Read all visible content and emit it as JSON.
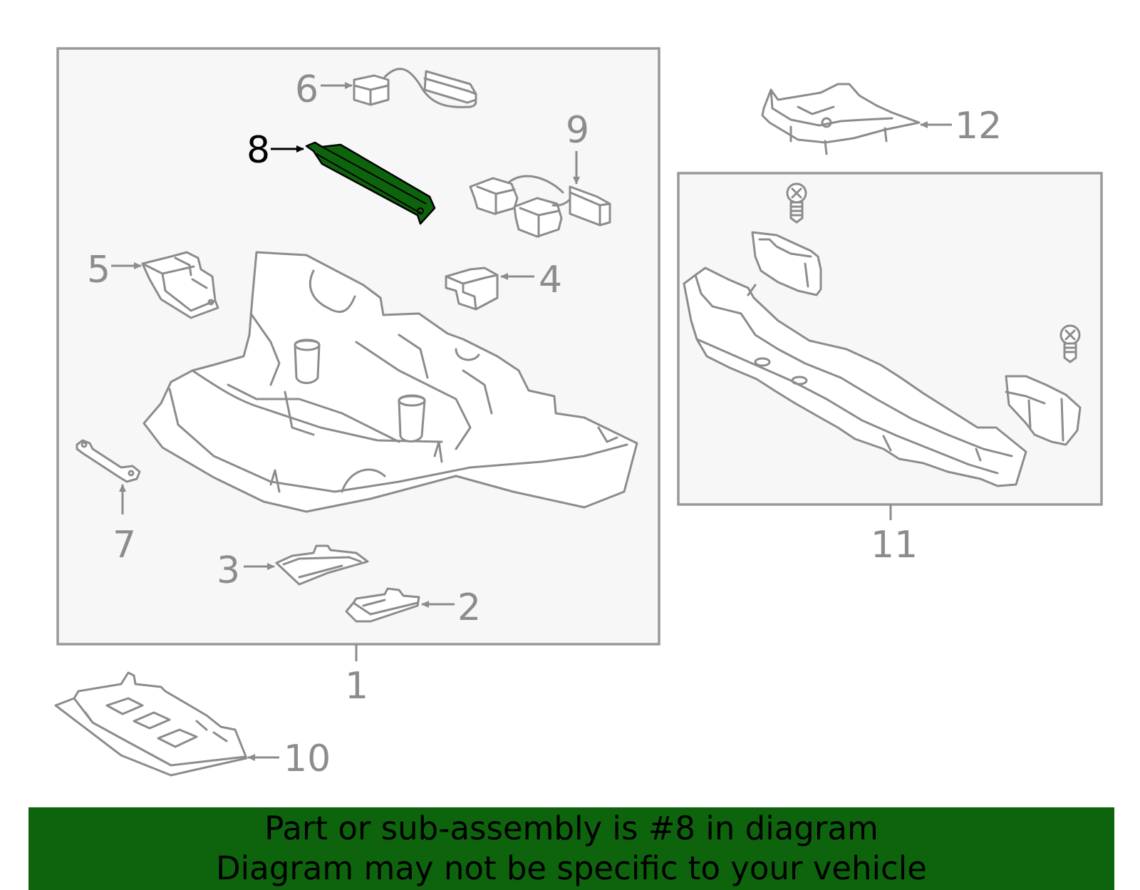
{
  "colors": {
    "highlight_part": "#0d640d",
    "banner_background": "#0d640d",
    "line_gray": "#8c8c8c",
    "group_box_fill": "#f7f7f7"
  },
  "callouts": {
    "c1": "1",
    "c2": "2",
    "c3": "3",
    "c4": "4",
    "c5": "5",
    "c6": "6",
    "c7": "7",
    "c8": "8",
    "c9": "9",
    "c10": "10",
    "c11": "11",
    "c12": "12"
  },
  "highlighted_part": "8",
  "banner": {
    "line1": "Part or sub-assembly is #8 in diagram",
    "line2": "Diagram may not be specific to your vehicle"
  }
}
